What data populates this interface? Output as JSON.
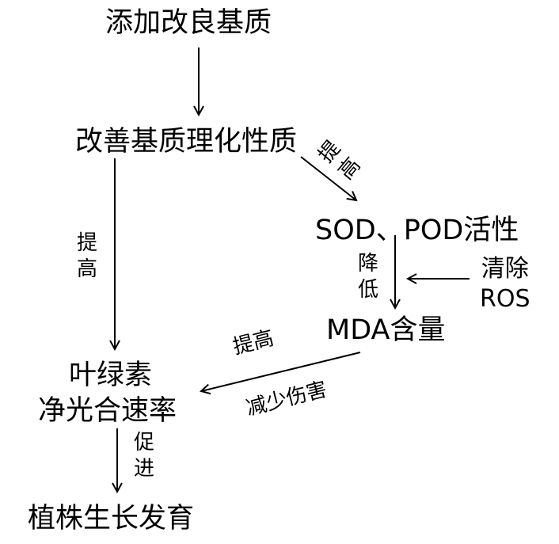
{
  "nodes": {
    "add_substrate": "添加改良基质",
    "improve_props": "改善基质理化性质",
    "sod_pod": "SOD、POD活性",
    "mda": "MDA含量",
    "chlorophyll": "叶绿素",
    "photosynthesis": "净光合速率",
    "growth": "植株生长发育"
  },
  "labels": {
    "improve_to_sod_1": "提",
    "improve_to_sod_2": "高",
    "improve_to_chl_1": "提",
    "improve_to_chl_2": "高",
    "sod_to_mda_1": "降",
    "sod_to_mda_2": "低",
    "clear_1": "清除",
    "clear_2": "ROS",
    "mda_to_chl_top": "提高",
    "mda_to_chl_bottom": "减少伤害",
    "promote_1": "促",
    "promote_2": "进"
  },
  "colors": {
    "ink": "#000000",
    "background": "#ffffff"
  }
}
